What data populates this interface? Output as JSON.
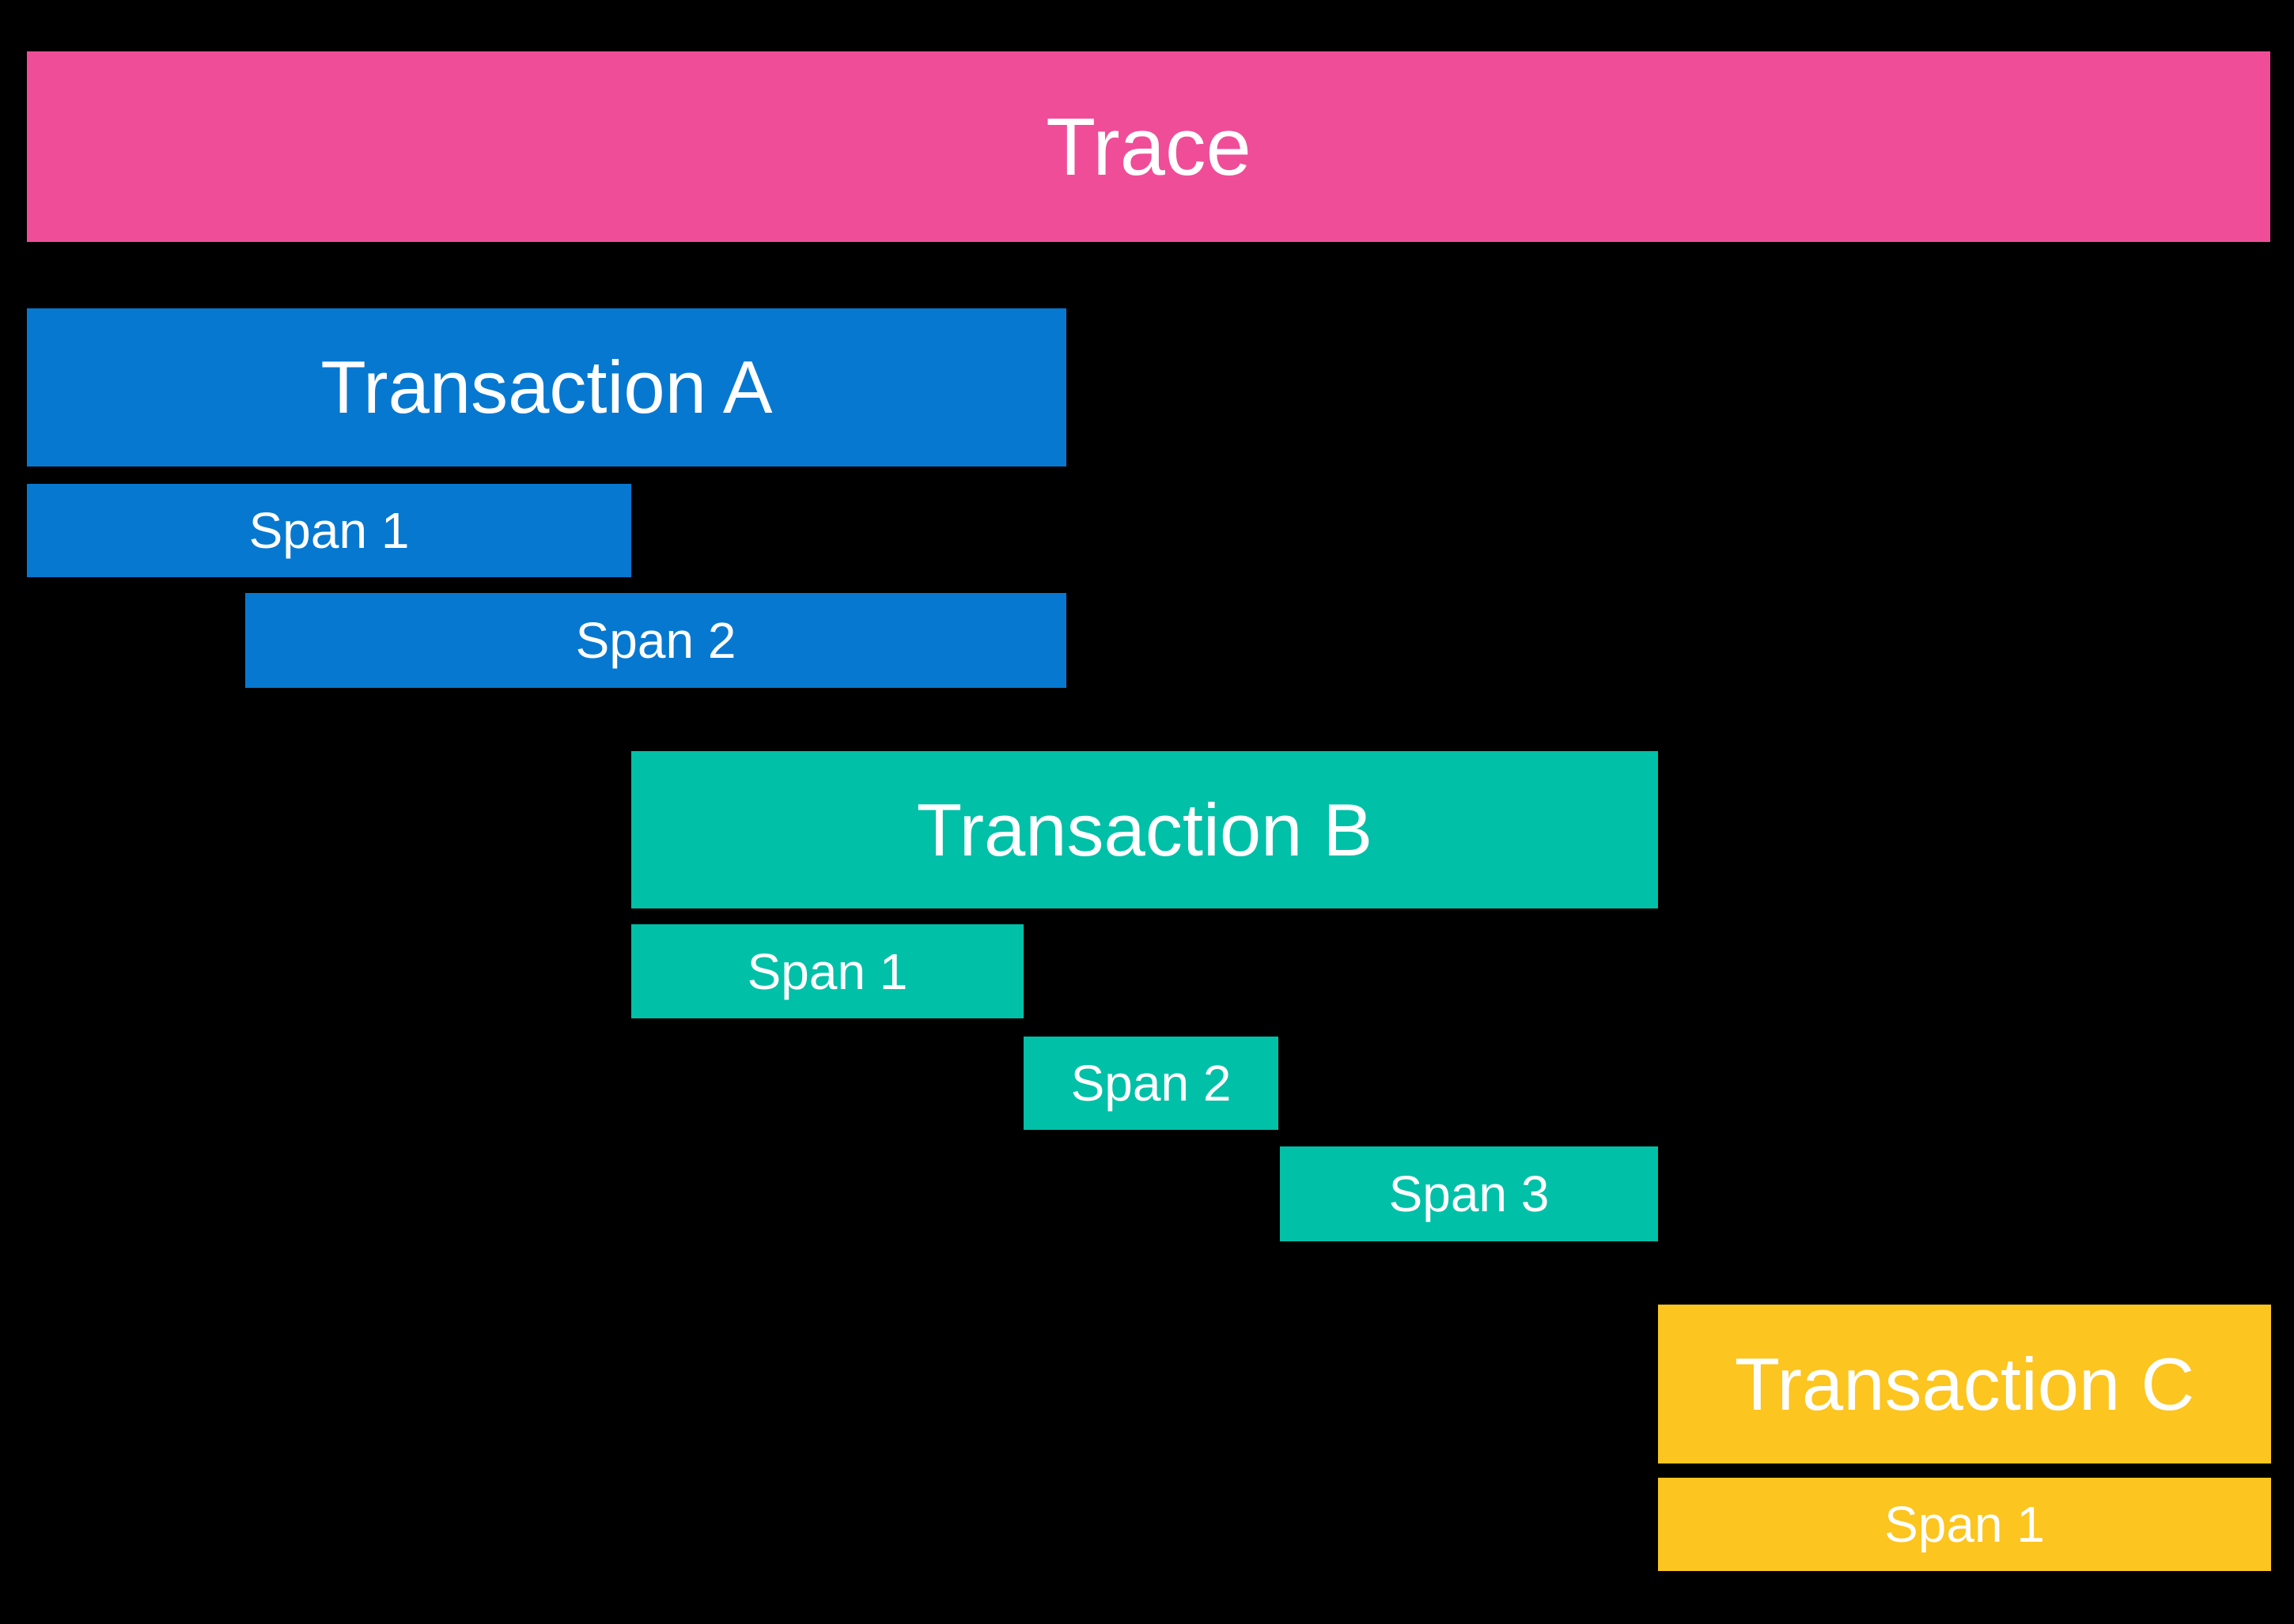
{
  "colors": {
    "background": "#000000",
    "label_text": "#FFFFFF",
    "trace_pink": "#F04D98",
    "transaction_a_blue": "#0778D0",
    "transaction_b_teal": "#00C0A8",
    "transaction_c_yellow": "#FCC51F"
  },
  "trace": {
    "label": "Trace"
  },
  "transactions": [
    {
      "label": "Transaction A",
      "spans": [
        {
          "label": "Span 1"
        },
        {
          "label": "Span 2"
        }
      ]
    },
    {
      "label": "Transaction B",
      "spans": [
        {
          "label": "Span 1"
        },
        {
          "label": "Span 2"
        },
        {
          "label": "Span 3"
        }
      ]
    },
    {
      "label": "Transaction C",
      "spans": [
        {
          "label": "Span 1"
        }
      ]
    }
  ]
}
